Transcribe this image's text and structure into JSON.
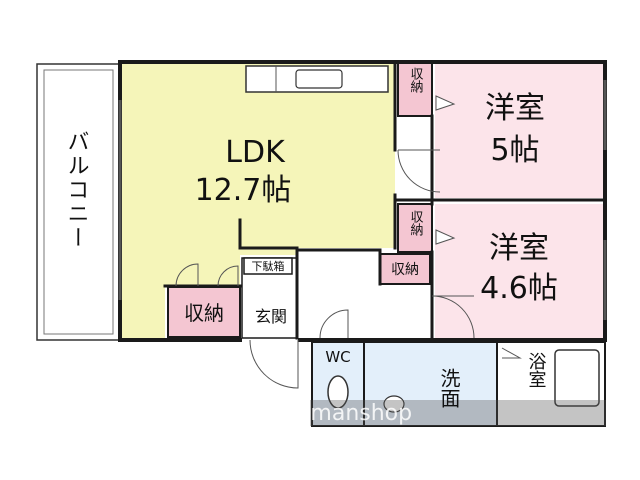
{
  "floorplan": {
    "rooms": {
      "ldk": {
        "name": "LDK",
        "size": "12.7帖"
      },
      "western_a": {
        "name": "洋室",
        "size": "5帖"
      },
      "western_b": {
        "name": "洋室",
        "size": "4.6帖"
      },
      "balcony": {
        "name": "バルコニー"
      },
      "entrance": {
        "name": "玄関"
      },
      "shoe_box": {
        "name": "下駄箱"
      },
      "toilet": {
        "name": "WC"
      },
      "washroom": {
        "name": "洗面"
      },
      "bathroom": {
        "name": "浴室"
      }
    },
    "storage_labels": {
      "ldk_closet": "収納",
      "closet_a": "収納",
      "closet_b": "収納",
      "closet_c": "収納"
    }
  },
  "watermark": {
    "text": "Apamanshop"
  },
  "colors": {
    "ldk": "#f5f5b9",
    "western": "#fce4ea",
    "closet": "#f4c6d2",
    "wet": "#e3effa",
    "wall": "#1a1a1a"
  }
}
